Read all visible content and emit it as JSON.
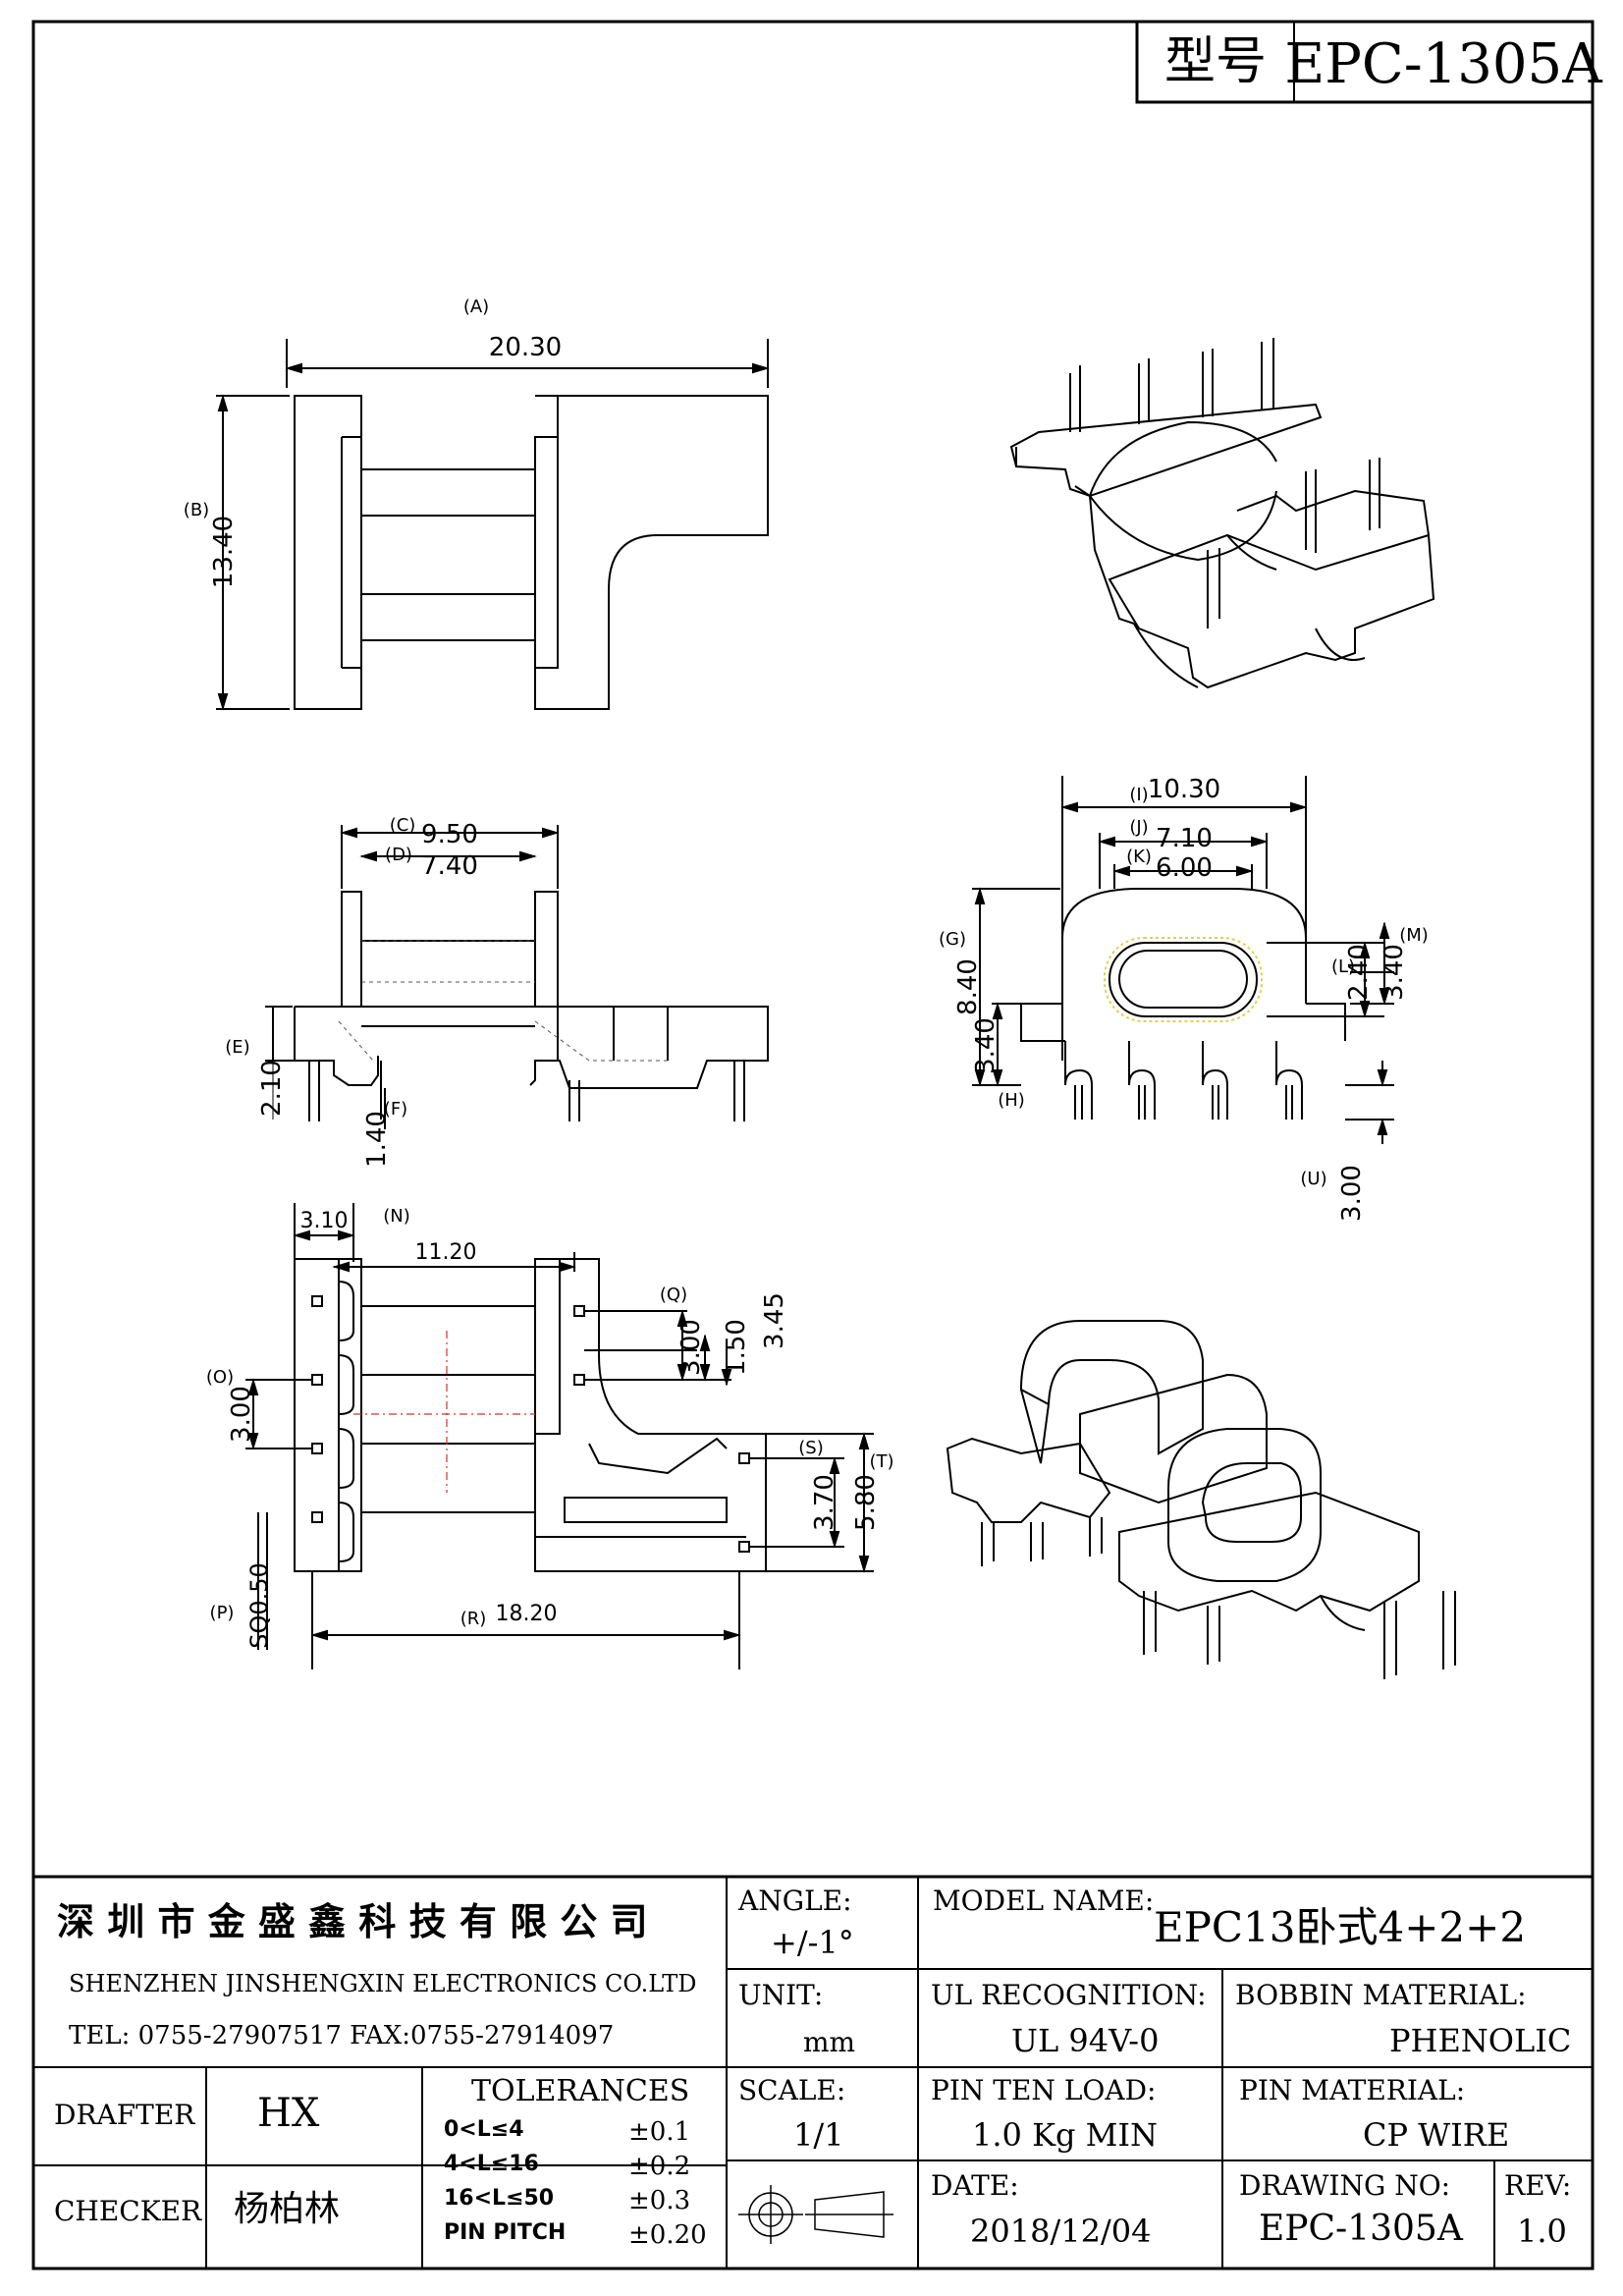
{
  "header": {
    "model_label": "型号",
    "model_value": "EPC-1305A"
  },
  "views": {
    "top": {
      "dim_a_label": "(A)",
      "dim_a": "20.30",
      "dim_b_label": "(B)",
      "dim_b": "13.40"
    },
    "front": {
      "dim_c_label": "(C)",
      "dim_c": "9.50",
      "dim_d_label": "(D)",
      "dim_d": "7.40",
      "dim_e_label": "(E)",
      "dim_e": "2.10",
      "dim_f_label": "(F)",
      "dim_f": "1.40"
    },
    "side": {
      "dim_i_label": "(I)",
      "dim_i": "10.30",
      "dim_j_label": "(J)",
      "dim_j": "7.10",
      "dim_k_label": "(K)",
      "dim_k": "6.00",
      "dim_g_label": "(G)",
      "dim_g": "8.40",
      "dim_h_label": "(H)",
      "dim_h": "3.40",
      "dim_l_label": "(L)",
      "dim_l": "2.40",
      "dim_m_label": "(M)",
      "dim_m": "3.40",
      "dim_u_label": "(U)",
      "dim_u": "3.00"
    },
    "bottom": {
      "dim_w": "3.10",
      "dim_n_label": "(N)",
      "dim_n": "11.20",
      "dim_q_label": "(Q)",
      "dim_q": "3.00",
      "dim_q2": "1.50",
      "dim_q3": "3.45",
      "dim_o_label": "(O)",
      "dim_o": "3.00",
      "dim_s_label": "(S)",
      "dim_s": "3.70",
      "dim_t_label": "(T)",
      "dim_t": "5.80",
      "dim_p_label": "(P)",
      "dim_p": "SQ0.50",
      "dim_r_label": "(R)",
      "dim_r": "18.20"
    }
  },
  "title_block": {
    "company_cn": "深 圳 市 金 盛 鑫 科 技 有 限 公 司",
    "company_en": "SHENZHEN JINSHENGXIN ELECTRONICS CO.LTD",
    "contact": "TEL: 0755-27907517 FAX:0755-27914097",
    "angle_label": "ANGLE:",
    "angle_value": "+/-1°",
    "model_name_label": "MODEL NAME:",
    "model_name_value": "EPC13卧式4+2+2",
    "unit_label": "UNIT:",
    "unit_value": "mm",
    "ul_label": "UL RECOGNITION:",
    "ul_value": "UL 94V-0",
    "bobbin_label": "BOBBIN MATERIAL:",
    "bobbin_value": "PHENOLIC",
    "drafter_label": "DRAFTER",
    "drafter_value": "HX",
    "checker_label": "CHECKER",
    "checker_value": "杨柏林",
    "tolerances_label": "TOLERANCES",
    "tolerances": [
      {
        "range": "0<L≤4",
        "value": "±0.1"
      },
      {
        "range": "4<L≤16",
        "value": "±0.2"
      },
      {
        "range": "16<L≤50",
        "value": "±0.3"
      },
      {
        "range": "PIN PITCH",
        "value": "±0.20"
      }
    ],
    "scale_label": "SCALE:",
    "scale_value": "1/1",
    "pin_load_label": "PIN TEN LOAD:",
    "pin_load_value": "1.0 Kg MIN",
    "pin_material_label": "PIN MATERIAL:",
    "pin_material_value": "CP WIRE",
    "date_label": "DATE:",
    "date_value": "2018/12/04",
    "drawing_no_label": "DRAWING NO:",
    "drawing_no_value": "EPC-1305A",
    "rev_label": "REV:",
    "rev_value": "1.0"
  }
}
